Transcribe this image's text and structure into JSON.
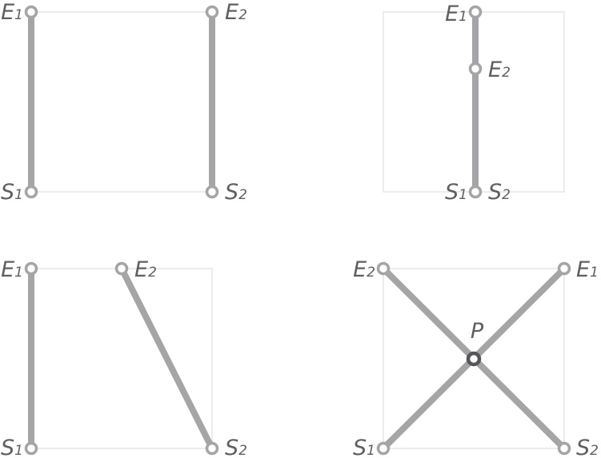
{
  "panels": [
    {
      "id": "top-left",
      "labels": {
        "E1": [
          "E",
          "1"
        ],
        "E2": [
          "E",
          "2"
        ],
        "S1": [
          "S",
          "1"
        ],
        "S2": [
          "S",
          "2"
        ]
      }
    },
    {
      "id": "top-right",
      "labels": {
        "E1": [
          "E",
          "1"
        ],
        "E2": [
          "E",
          "2"
        ],
        "S1": [
          "S",
          "1"
        ],
        "S2": [
          "S",
          "2"
        ]
      }
    },
    {
      "id": "bottom-left",
      "labels": {
        "E1": [
          "E",
          "1"
        ],
        "E2": [
          "E",
          "2"
        ],
        "S1": [
          "S",
          "1"
        ],
        "S2": [
          "S",
          "2"
        ]
      }
    },
    {
      "id": "bottom-right",
      "labels": {
        "E1": [
          "E",
          "1"
        ],
        "E2": [
          "E",
          "2"
        ],
        "S1": [
          "S",
          "1"
        ],
        "S2": [
          "S",
          "2"
        ],
        "P": "P"
      }
    }
  ],
  "colors": {
    "segment": "#a5a5a7",
    "intersection": "#555558",
    "frame": "#e6e6e6",
    "label": "#5f5f62"
  }
}
